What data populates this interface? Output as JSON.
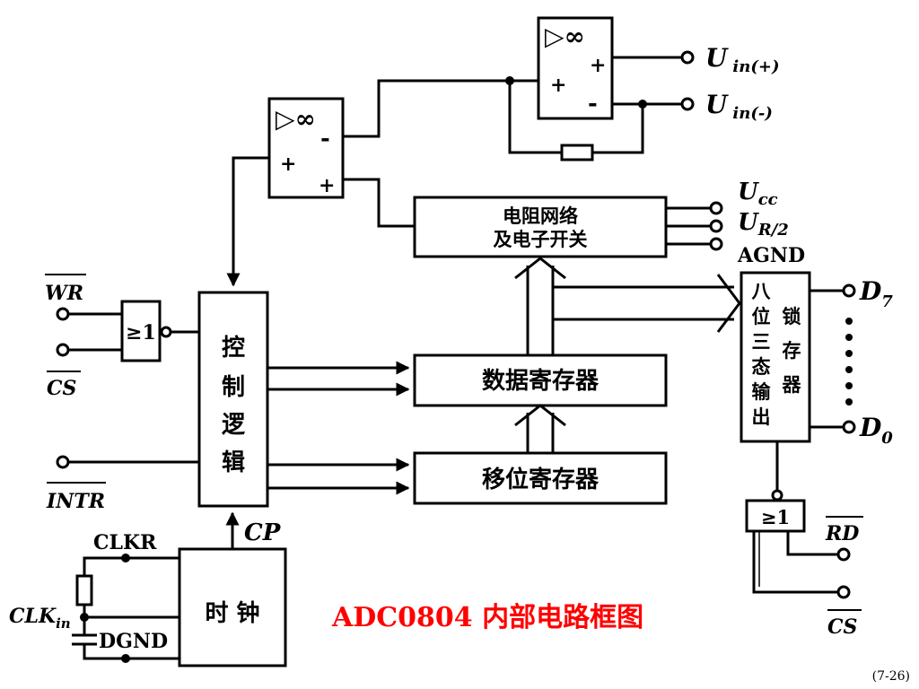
{
  "diagram": {
    "title": "ADC0804 内部电路框图",
    "page_number": "(7-26)",
    "colors": {
      "ink": "#000000",
      "title": "#ff0000",
      "background": "#ffffff"
    },
    "comparator_upper": {
      "symbol": "▷∞",
      "input_a": "+",
      "input_b": "+",
      "output_sign": "-"
    },
    "comparator_lower": {
      "symbol": "▷∞",
      "output_sign": "-",
      "input_a": "+",
      "input_b": "+"
    },
    "resistor_network": {
      "line1": "电阻网络",
      "line2": "及电子开关"
    },
    "control_logic": {
      "chars": [
        "控",
        "制",
        "逻",
        "辑"
      ]
    },
    "data_register": {
      "label": "数据寄存器"
    },
    "shift_register": {
      "label": "移位寄存器"
    },
    "clock": {
      "label": "时 钟"
    },
    "latch": {
      "col_left": [
        "八",
        "位",
        "三",
        "态",
        "输",
        "出"
      ],
      "col_right": [
        "锁",
        "存",
        "器"
      ]
    },
    "gate_left": {
      "symbol": "≥1"
    },
    "gate_right": {
      "symbol": "≥1"
    },
    "pins": {
      "uin_plus": {
        "main": "U",
        "sub": "in(+)"
      },
      "uin_minus": {
        "main": "U",
        "sub": "in(-)"
      },
      "ucc": {
        "main": "U",
        "sub": "cc"
      },
      "ur2": {
        "main": "U",
        "sub": "R/2"
      },
      "agnd": "AGND",
      "wr": "WR",
      "cs_left": "CS",
      "intr": "INTR",
      "cp": "CP",
      "clkr": "CLKR",
      "clkin": {
        "main": "CLK",
        "sub": "in"
      },
      "dgnd": "DGND",
      "d7": {
        "main": "D",
        "sub": "7"
      },
      "d0": {
        "main": "D",
        "sub": "0"
      },
      "rd": "RD",
      "cs_right": "CS"
    }
  }
}
